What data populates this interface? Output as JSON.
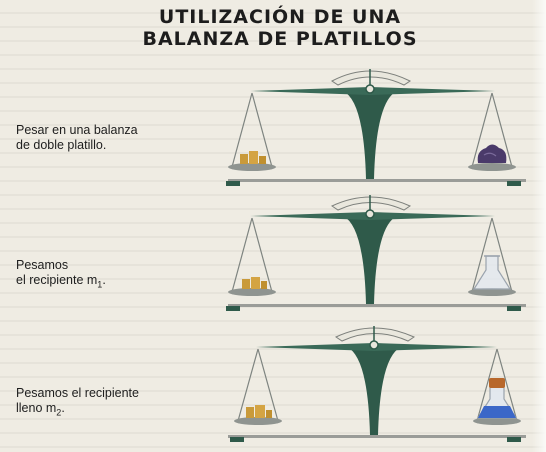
{
  "title": {
    "line1": "UTILIZACIÓN DE UNA",
    "line2": "BALANZA DE PLATILLOS"
  },
  "steps": [
    {
      "text_line1": "Pesar en una balanza",
      "text_line2": "de doble platillo.",
      "right_pan_item": "weighed-object"
    },
    {
      "text_line1": "Pesamos",
      "text_line2": "el recipiente m",
      "subscript": "1",
      "suffix": ".",
      "right_pan_item": "empty-flask"
    },
    {
      "text_line1": "Pesamos el recipiente",
      "text_line2": "lleno m",
      "subscript": "2",
      "suffix": ".",
      "right_pan_item": "filled-flask"
    }
  ],
  "colors": {
    "balance_green": "#2f5a4a",
    "pan_gray": "#8f9490",
    "weights_gold": "#c99a3a",
    "object_purple": "#4a3a6a",
    "liquid_blue": "#3b67c8",
    "cork_orange": "#b8682c"
  }
}
